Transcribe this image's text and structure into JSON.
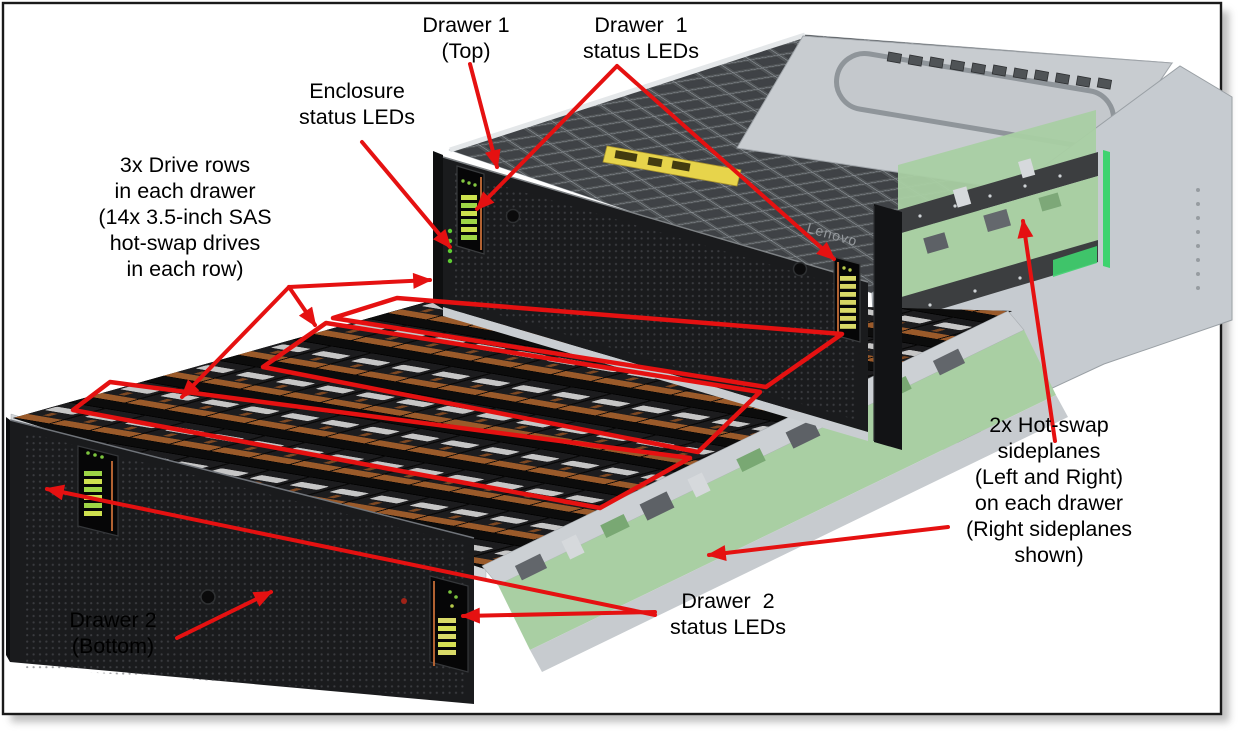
{
  "figure": {
    "type": "annotated hardware diagram",
    "subject": "Storage enclosure with two hot-swap drive drawers",
    "brand_text": "Lenovo"
  },
  "palette": {
    "annotation_red": "#e51111",
    "led_green": "#9ed546",
    "led_yellow": "#d9da68",
    "sideplane_green": "#a9cfa3",
    "bright_green": "#3fd36f",
    "chassis_gray": "#c6cbd0",
    "bezel_black": "#1a1b1d",
    "label_yellow": "#e7d44b",
    "drive_copper": "#9a5a2a",
    "text_black": "#000000",
    "background": "#ffffff"
  },
  "annotations": {
    "drawer1_top": {
      "text": "Drawer 1\n(Top)"
    },
    "drawer1_status_leds": {
      "text": "Drawer  1\nstatus LEDs"
    },
    "enclosure_status_leds": {
      "text": "Enclosure\nstatus LEDs"
    },
    "drive_rows": {
      "text": "3x Drive rows\nin each drawer\n(14x 3.5-inch SAS\nhot-swap drives\nin each row)"
    },
    "sideplanes": {
      "text": "2x Hot-swap\nsideplanes\n(Left and Right)\non each drawer\n(Right sideplanes shown)"
    },
    "drawer2_status_leds": {
      "text": "Drawer  2\nstatus LEDs"
    },
    "drawer2_bottom": {
      "text": "Drawer 2\n(Bottom)"
    }
  }
}
